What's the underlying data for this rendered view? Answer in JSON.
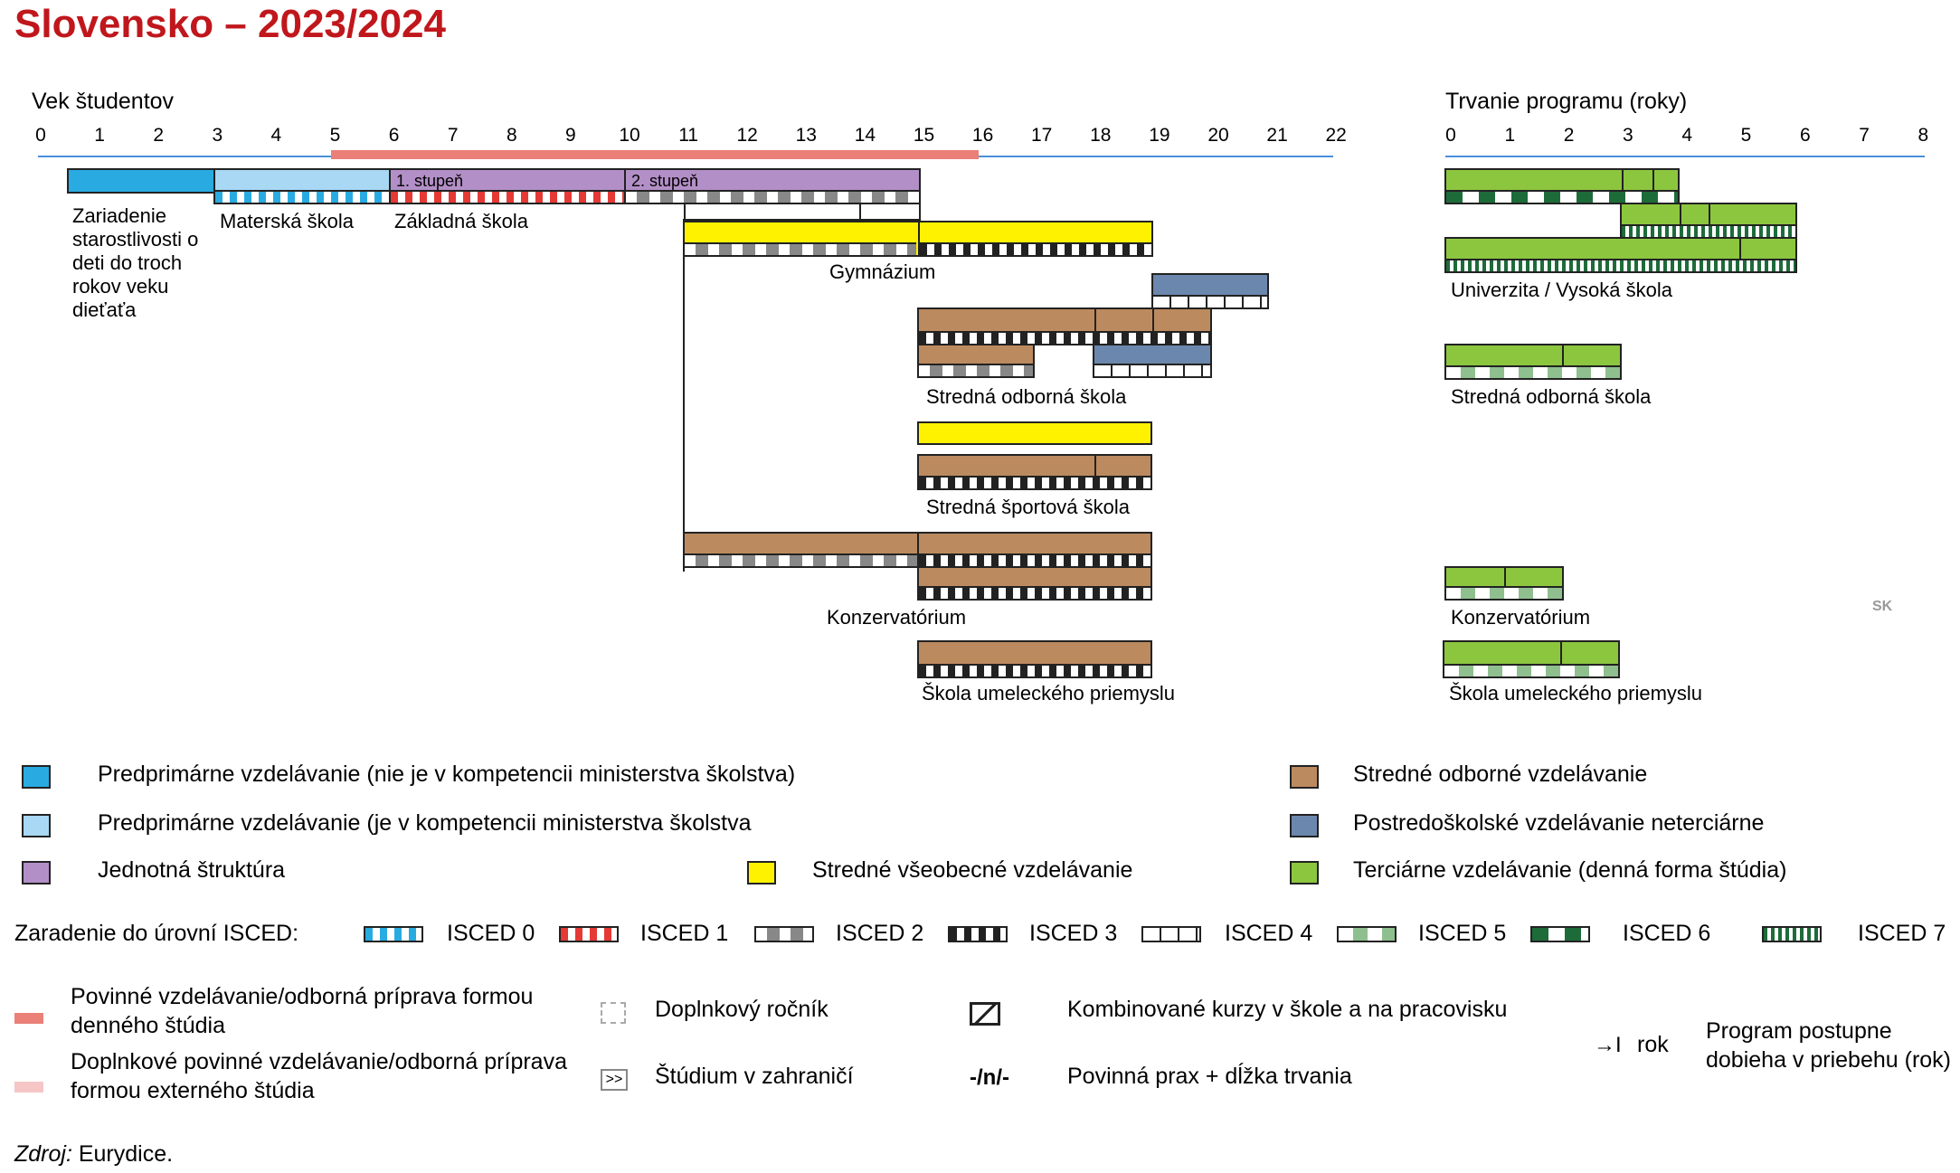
{
  "title": "Slovensko – 2023/2024",
  "country_code": "SK",
  "age_axis": {
    "label": "Vek študentov",
    "ticks": [
      "0",
      "1",
      "2",
      "3",
      "4",
      "5",
      "6",
      "7",
      "8",
      "9",
      "10",
      "11",
      "12",
      "13",
      "14",
      "15",
      "16",
      "17",
      "18",
      "19",
      "20",
      "21",
      "22"
    ]
  },
  "duration_axis": {
    "label": "Trvanie programu (roky)",
    "ticks": [
      "0",
      "1",
      "2",
      "3",
      "4",
      "5",
      "6",
      "7",
      "8"
    ]
  },
  "compulsory_education": {
    "from_age": 5,
    "to_age": 16
  },
  "colors": {
    "preprimary_nonministry": "#29abe2",
    "preprimary_ministry": "#a8d8f4",
    "single_structure": "#b38fc7",
    "general_secondary": "#fff200",
    "vocational_secondary": "#bc8a5f",
    "post_secondary": "#6b87ad",
    "tertiary": "#8cc63f",
    "axis_line": "#4a90d9",
    "compulsory_full": "#ea8078",
    "compulsory_part": "#f6c6c7",
    "title": "#c0171c"
  },
  "programmes": {
    "nursery": "Zariadenie starostlivosti o deti do troch rokov veku dieťaťa",
    "kindergarten": "Materská škola",
    "basic_school": "Základná škola",
    "stage1": "1. stupeň",
    "stage2": "2. stupeň",
    "gymnasium": "Gymnázium",
    "vocational": "Stredná odborná škola",
    "sports": "Stredná športová škola",
    "conservatory": "Konzervatórium",
    "applied_arts": "Škola umeleckého priemyslu",
    "university": "Univerzita / Vysoká škola",
    "tert_vocational": "Stredná odborná škola",
    "tert_conservatory": "Konzervatórium",
    "tert_applied_arts": "Škola umeleckého priemyslu"
  },
  "legend": {
    "preprimary_nonministry": "Predprimárne vzdelávanie (nie je v kompetencii ministerstva školstva)",
    "preprimary_ministry": "Predprimárne vzdelávanie (je v kompetencii ministerstva školstva",
    "single_structure": "Jednotná štruktúra",
    "general_secondary": "Stredné všeobecné vzdelávanie",
    "vocational_secondary": "Stredné odborné vzdelávanie",
    "post_secondary": "Postredoškolské vzdelávanie neterciárne",
    "tertiary": "Terciárne vzdelávanie (denná forma štúdia)",
    "isced_label": "Zaradenie do úrovní ISCED:",
    "isced": [
      "ISCED 0",
      "ISCED 1",
      "ISCED 2",
      "ISCED 3",
      "ISCED 4",
      "ISCED 5",
      "ISCED 6",
      "ISCED 7"
    ],
    "compulsory_full": "Povinné vzdelávanie/odborná príprava formou denného štúdia",
    "compulsory_part": "Doplnkové povinné vzdelávanie/odborná príprava formou externého štúdia",
    "extra_year": "Doplnkový ročník",
    "study_abroad": "Štúdium v zahraničí",
    "abroad_symbol": ">>",
    "combined": "Kombinované kurzy v škole a na pracovisku",
    "practice_symbol": "-/n/-",
    "practice": "Povinná prax + dĺžka trvania",
    "progressive_symbol": "rok",
    "progressive": "Program postupne dobieha v priebehu (rok)"
  },
  "source_label": "Zdroj:",
  "source_value": " Eurydice."
}
